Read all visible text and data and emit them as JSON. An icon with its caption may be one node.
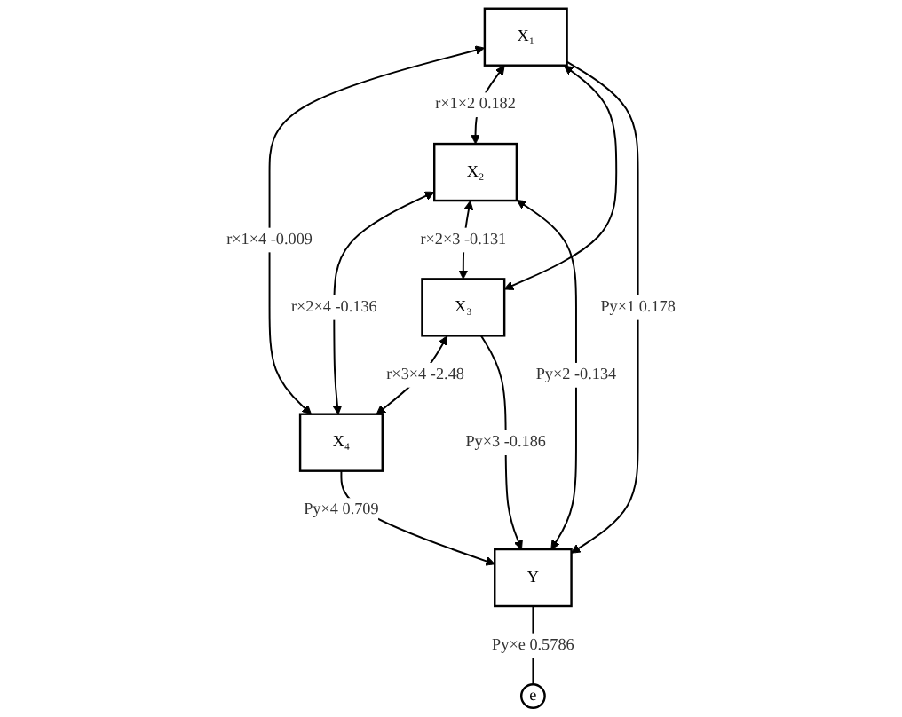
{
  "diagram": {
    "nodes": [
      {
        "text": [
          "X₁"
        ]
      },
      {
        "text": [
          "X₂"
        ]
      },
      {
        "text": [
          "X₃"
        ]
      },
      {
        "text": [
          "X₄"
        ]
      },
      {
        "text": [
          "Y"
        ]
      },
      {
        "text": [
          "e"
        ]
      }
    ],
    "edges": [
      {
        "from": 0,
        "to": 3,
        "arrow": "both",
        "label": "r×1×4 -0.009"
      },
      {
        "from": 0,
        "to": 1,
        "arrow": "both",
        "label": "r×1×2 0.182"
      },
      {
        "from": 1,
        "to": 3,
        "arrow": "both",
        "label": "r×2×4 -0.136"
      },
      {
        "from": 2,
        "to": 3,
        "arrow": "both",
        "label": "r×3×4 -2.48"
      },
      {
        "from": 1,
        "to": 2,
        "arrow": "both",
        "label": "r×2×3 -0.131"
      },
      {
        "from": 0,
        "to": 2,
        "arrow": "both"
      },
      {
        "from": 0,
        "to": 4,
        "arrow": "to",
        "label": "Py×1 0.178"
      },
      {
        "from": 1,
        "to": 4,
        "arrow": "both",
        "label": "Py×2 -0.134"
      },
      {
        "from": 2,
        "to": 4,
        "arrow": "to",
        "label": "Py×3 -0.186"
      },
      {
        "from": 3,
        "to": 4,
        "arrow": "to",
        "label": "Py×4 0.709"
      },
      {
        "from": 4,
        "to": 5,
        "arrow": "none",
        "label": "Py×e 0.5786"
      }
    ]
  }
}
